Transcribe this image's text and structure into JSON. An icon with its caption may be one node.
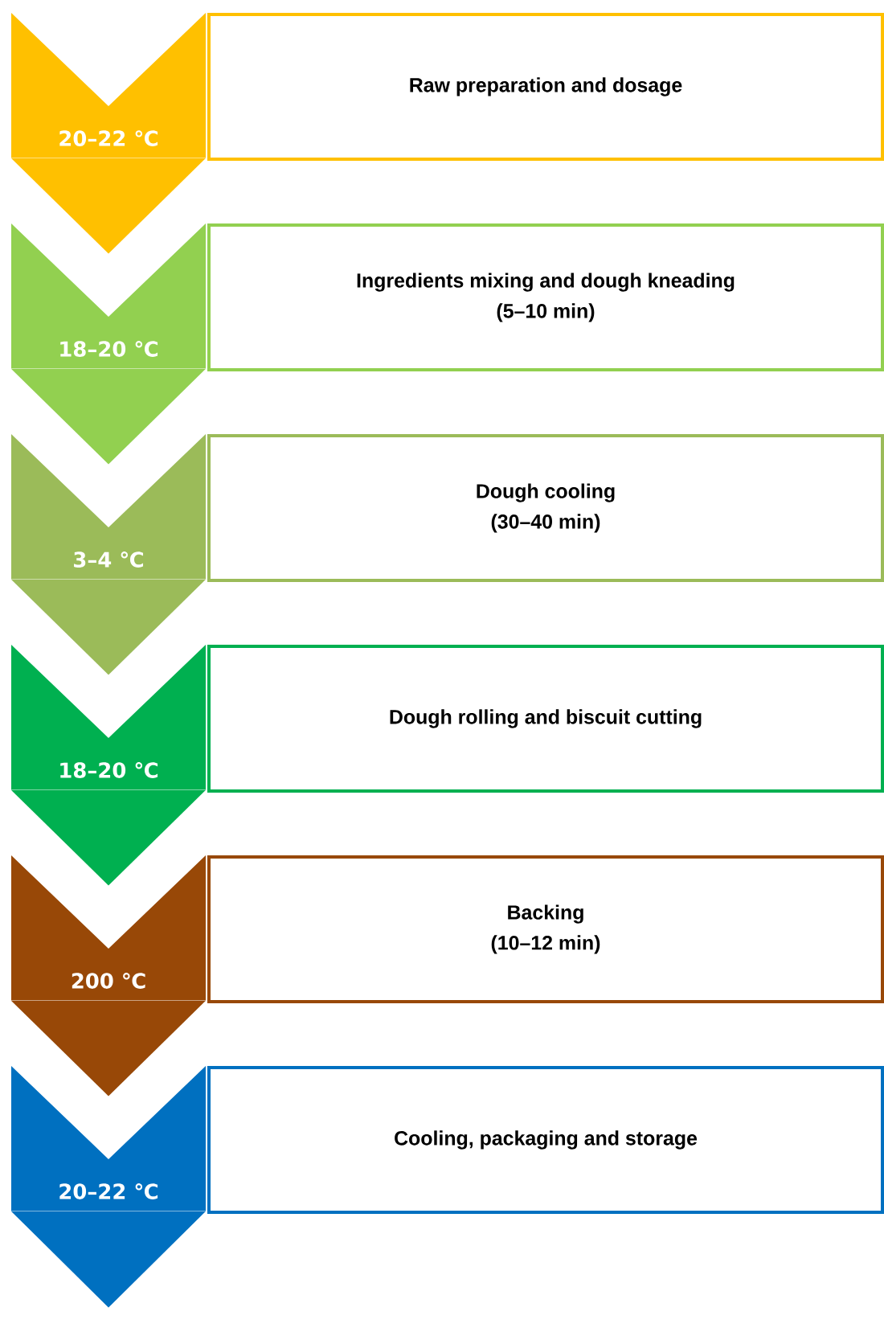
{
  "diagram": {
    "nodes": [
      {
        "text": [
          "20–22 ℃"
        ]
      },
      {
        "text": [
          "Raw preparation and dosage"
        ]
      },
      {
        "text": [
          "18–20 ℃"
        ]
      },
      {
        "text": [
          "Ingredients mixing and dough kneading (5–10 min)"
        ]
      },
      {
        "text": [
          "3–4 ℃"
        ]
      },
      {
        "text": [
          "Dough cooling (30–40 min)"
        ]
      },
      {
        "text": [
          "18–20 ℃"
        ]
      },
      {
        "text": [
          "Dough rolling and biscuit cutting"
        ]
      },
      {
        "text": [
          "200 ℃"
        ]
      },
      {
        "text": [
          "Backing (10–12 min)"
        ]
      },
      {
        "text": [
          "20–22 ℃"
        ]
      },
      {
        "text": [
          "Cooling, packaging and storage"
        ]
      }
    ],
    "edges": [
      {
        "from": 0,
        "to": 2,
        "arrow": "to"
      },
      {
        "from": 2,
        "to": 4,
        "arrow": "to"
      },
      {
        "from": 4,
        "to": 6,
        "arrow": "to"
      },
      {
        "from": 6,
        "to": 8,
        "arrow": "to"
      },
      {
        "from": 8,
        "to": 10,
        "arrow": "to"
      },
      {
        "from": 10,
        "to": null,
        "arrow": "to"
      }
    ]
  }
}
